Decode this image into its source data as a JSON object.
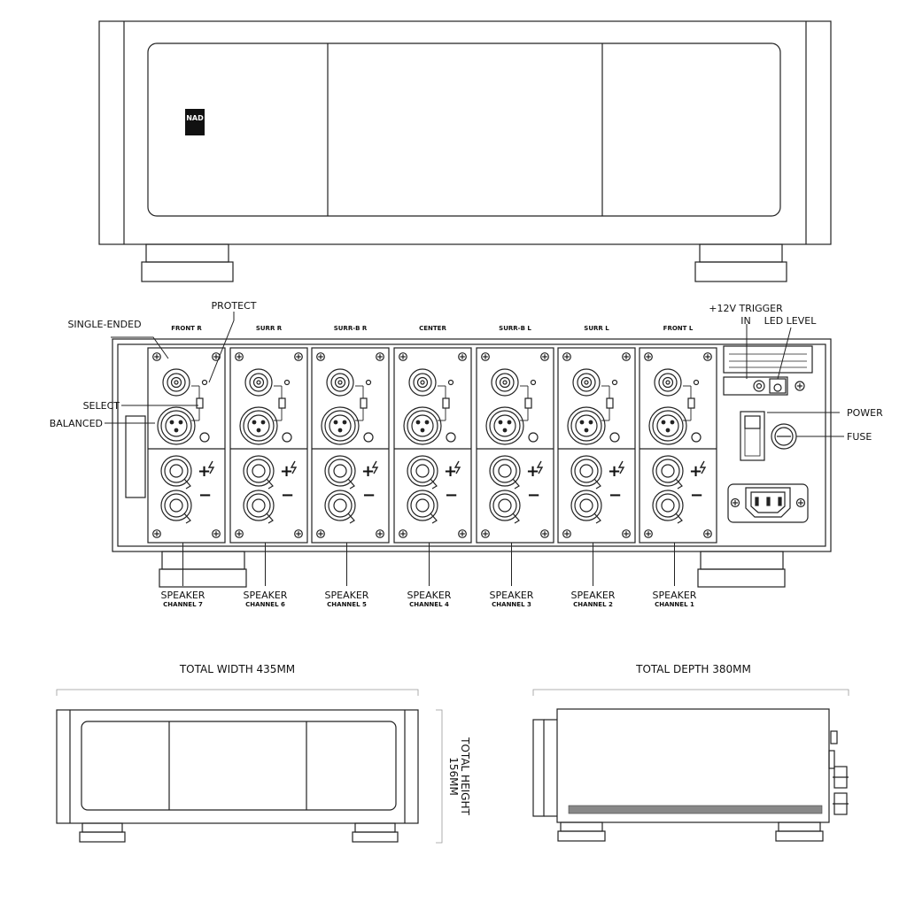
{
  "front": {
    "logo": "NAD"
  },
  "rear": {
    "channels": [
      {
        "name": "FRONT R",
        "speaker": "SPEAKER",
        "speaker_channel": "CHANNEL 7"
      },
      {
        "name": "SURR R",
        "speaker": "SPEAKER",
        "speaker_channel": "CHANNEL 6"
      },
      {
        "name": "SURR-B R",
        "speaker": "SPEAKER",
        "speaker_channel": "CHANNEL 5"
      },
      {
        "name": "CENTER",
        "speaker": "SPEAKER",
        "speaker_channel": "CHANNEL 4"
      },
      {
        "name": "SURR-B L",
        "speaker": "SPEAKER",
        "speaker_channel": "CHANNEL 3"
      },
      {
        "name": "SURR L",
        "speaker": "SPEAKER",
        "speaker_channel": "CHANNEL 2"
      },
      {
        "name": "FRONT L",
        "speaker": "SPEAKER",
        "speaker_channel": "CHANNEL 1"
      }
    ],
    "callouts": {
      "single_ended": "SINGLE-ENDED",
      "protect": "PROTECT",
      "select": "SELECT",
      "balanced": "BALANCED",
      "trigger_line1": "+12V TRIGGER",
      "trigger_line2": "IN",
      "led_level": "LED LEVEL",
      "power": "POWER",
      "fuse": "FUSE"
    },
    "terminal_signs": {
      "plus": "+",
      "minus": "−"
    }
  },
  "dimensions": {
    "width": "TOTAL WIDTH 435MM",
    "depth": "TOTAL DEPTH 380MM",
    "height_line1": "TOTAL HEIGHT",
    "height_line2": "156MM"
  }
}
